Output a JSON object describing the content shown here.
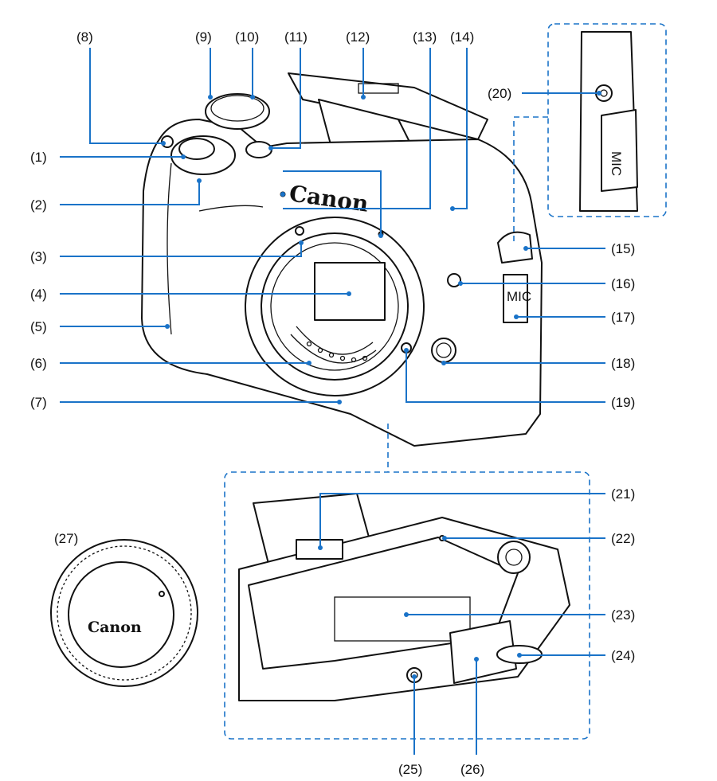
{
  "labels": {
    "1": "(1)",
    "2": "(2)",
    "3": "(3)",
    "4": "(4)",
    "5": "(5)",
    "6": "(6)",
    "7": "(7)",
    "8": "(8)",
    "9": "(9)",
    "10": "(10)",
    "11": "(11)",
    "12": "(12)",
    "13": "(13)",
    "14": "(14)",
    "15": "(15)",
    "16": "(16)",
    "17": "(17)",
    "18": "(18)",
    "19": "(19)",
    "20": "(20)",
    "21": "(21)",
    "22": "(22)",
    "23": "(23)",
    "24": "(24)",
    "25": "(25)",
    "26": "(26)",
    "27": "(27)"
  },
  "camera_text": {
    "brand": "Canon",
    "body_cap_brand": "Canon",
    "mic_label": "MIC",
    "mic_label_inset": "MIC"
  },
  "colors": {
    "leader_lines": "#1a73c8",
    "drawing": "#111111"
  }
}
